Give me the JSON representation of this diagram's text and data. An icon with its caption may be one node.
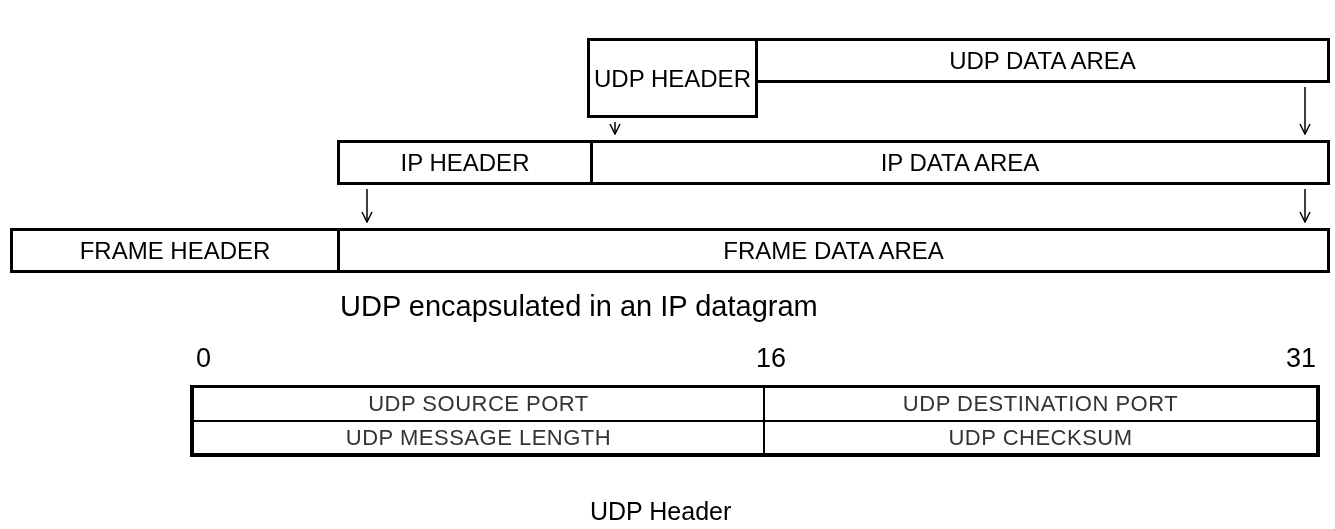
{
  "diagram": {
    "nodes": [
      {
        "text": [
          "UDP HEADER"
        ]
      },
      {
        "text": [
          "UDP DATA AREA"
        ]
      },
      {
        "text": [
          "IP HEADER"
        ]
      },
      {
        "text": [
          "IP DATA AREA"
        ]
      },
      {
        "text": [
          "FRAME HEADER"
        ]
      },
      {
        "text": [
          "FRAME DATA AREA"
        ]
      }
    ],
    "edges": [
      {
        "from": 0,
        "to": 3,
        "arrow": "to"
      },
      {
        "from": 1,
        "to": 3,
        "arrow": "to"
      },
      {
        "from": 2,
        "to": 5,
        "arrow": "to"
      },
      {
        "from": 3,
        "to": 5,
        "arrow": "to"
      }
    ],
    "labels": [
      "UDP encapsulated in an IP datagram",
      "0",
      "16",
      "31",
      "UDP SOURCE PORT",
      "UDP DESTINATION PORT",
      "UDP MESSAGE LENGTH",
      "UDP CHECKSUM",
      "UDP Header"
    ]
  }
}
